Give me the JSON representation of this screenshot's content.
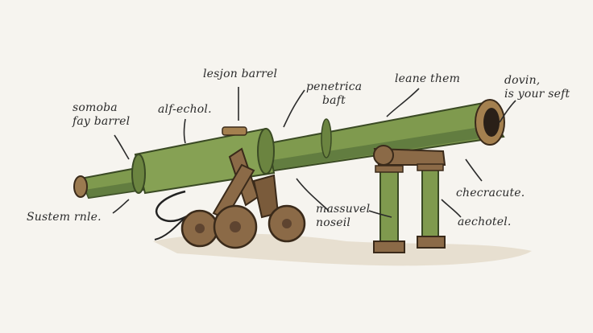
{
  "labels": {
    "lesion_barrel": "lesjon barrel",
    "penetrica_baft": {
      "line1": "penetrica",
      "line2": "baft"
    },
    "leane_them": "leane them",
    "dovin": {
      "line1": "dovin,",
      "line2": "is your seft"
    },
    "somoba": {
      "line1": "somoba",
      "line2": "fay barrel"
    },
    "alf_echol": "alf-echol.",
    "sustem_rnle": "Sustem rnle.",
    "massuvel": {
      "line1": "massuvel",
      "line2": "noseil"
    },
    "checracute": "checracute.",
    "aechotel": "aechotel."
  },
  "colors": {
    "barrel_green": "#7f9a4e",
    "barrel_dark": "#55703a",
    "wood": "#8b6a47",
    "wood_dark": "#5e4430",
    "ground": "#e6ddcc",
    "ink": "#2b2b2b"
  }
}
